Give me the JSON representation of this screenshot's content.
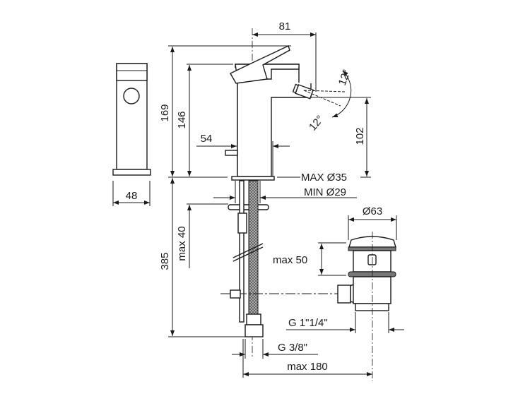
{
  "drawing": {
    "side_view": {
      "width_label": "48"
    },
    "front_view": {
      "total_height_label": "169",
      "spout_height_label": "146",
      "spout_reach_label": "81",
      "body_diameter_label": "54",
      "outlet_height_label": "102",
      "swivel_angle_up_label": "12°",
      "swivel_angle_down_label": "12°",
      "hole_max_label": "MAX Ø35",
      "hole_min_label": "MIN Ø29",
      "deck_thickness_label": "max 40",
      "hose_length_label": "385",
      "hose_thread_label": "G 3/8\""
    },
    "waste": {
      "diameter_label": "Ø63",
      "height_label": "max 50",
      "thread_label": "G 1\"1/4\"",
      "reach_label": "max 180"
    }
  }
}
